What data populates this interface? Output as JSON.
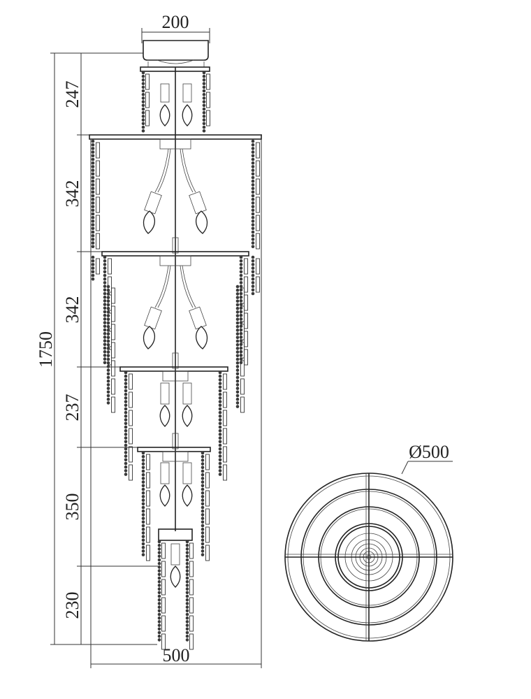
{
  "dimensions": {
    "top_width": "200",
    "total_height": "1750",
    "bottom_width": "500",
    "diameter": "Ø500",
    "tier_heights": [
      "247",
      "342",
      "342",
      "237",
      "350",
      "230"
    ]
  },
  "colors": {
    "line": "#333333",
    "bead": "#3a3a3a",
    "background": "#ffffff"
  }
}
